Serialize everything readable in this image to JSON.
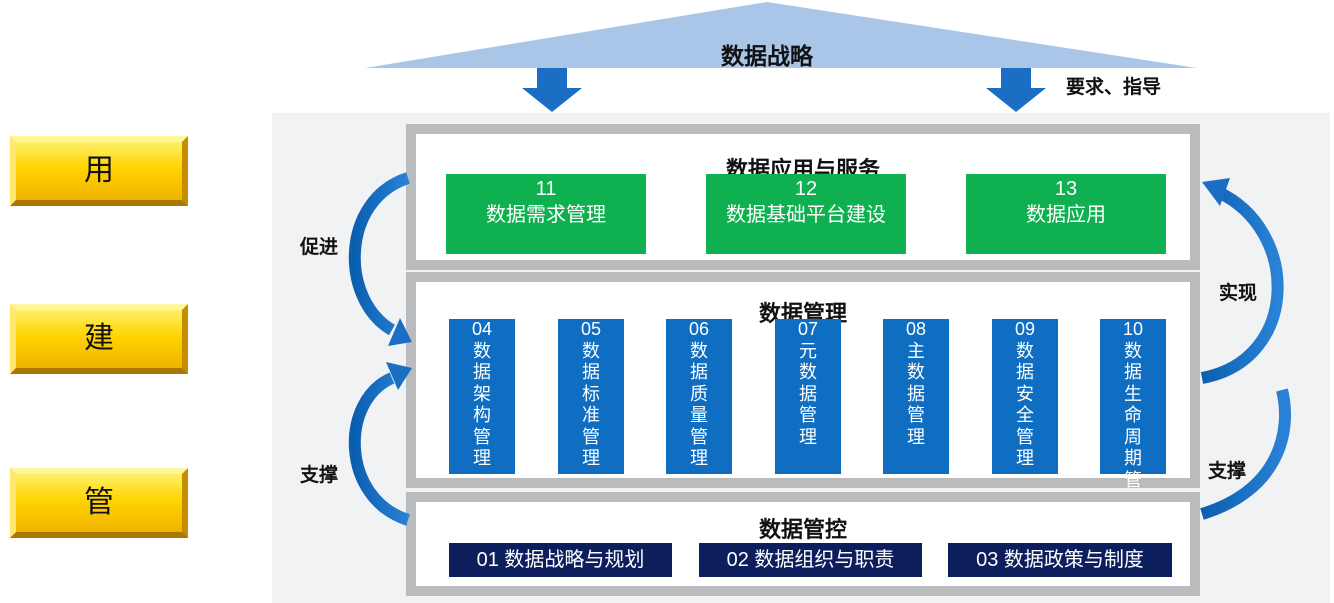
{
  "side_buttons": [
    "用",
    "建",
    "管"
  ],
  "top": {
    "title": "数据战略",
    "guide_label": "要求、指导"
  },
  "labels": {
    "promote": "促进",
    "support_left": "支撑",
    "realize": "实现",
    "support_right": "支撑"
  },
  "row_apps": {
    "title": "数据应用与服务",
    "items": [
      {
        "num": "11",
        "text": "数据需求管理"
      },
      {
        "num": "12",
        "text": "数据基础平台建设"
      },
      {
        "num": "13",
        "text": "数据应用"
      }
    ]
  },
  "row_mgmt": {
    "title": "数据管理",
    "items": [
      {
        "num": "04",
        "text": "数据架构管理"
      },
      {
        "num": "05",
        "text": "数据标准管理"
      },
      {
        "num": "06",
        "text": "数据质量管理"
      },
      {
        "num": "07",
        "text": "元数据管理"
      },
      {
        "num": "08",
        "text": "主数据管理"
      },
      {
        "num": "09",
        "text": "数据安全管理"
      },
      {
        "num": "10",
        "text": "数据生命周期管理"
      }
    ]
  },
  "row_control": {
    "title": "数据管控",
    "items": [
      "01 数据战略与规划",
      "02 数据组织与职责",
      "03 数据政策与制度"
    ]
  }
}
